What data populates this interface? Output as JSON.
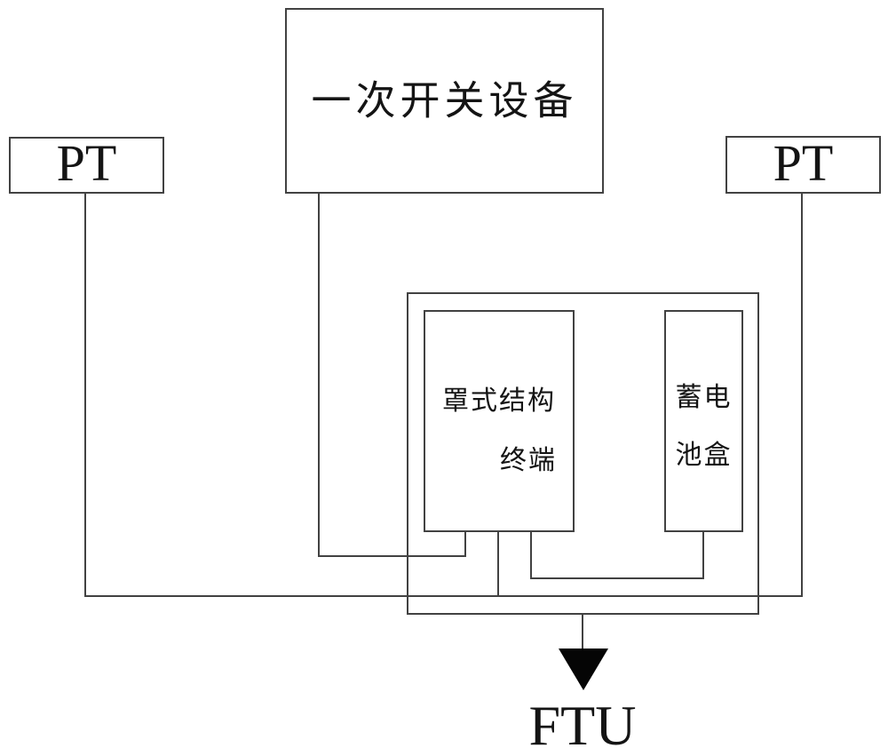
{
  "diagram": {
    "nodes": {
      "primary_switch": {
        "label": "一次开关设备"
      },
      "pt_left": {
        "label": "PT"
      },
      "pt_right": {
        "label": "PT"
      },
      "terminal": {
        "line1": "罩式结构",
        "line2": "终端"
      },
      "battery": {
        "line1": "蓄电",
        "line2": "池盒"
      },
      "ftu": {
        "label": "FTU"
      }
    },
    "colors": {
      "line": "#424242",
      "text": "#141414",
      "arrow_fill": "#050505",
      "background": "#ffffff"
    }
  }
}
